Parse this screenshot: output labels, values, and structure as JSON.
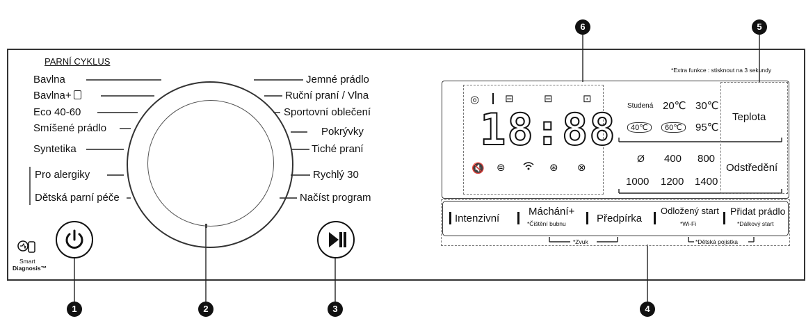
{
  "left_section_title": "PARNÍ CYKLUS",
  "programs_left": [
    "Bavlna",
    "Bavlna+",
    "Eco 40-60",
    "Smíšené prádlo",
    "Syntetika",
    "Pro alergiky",
    "Dětská parní péče"
  ],
  "programs_right": [
    "Jemné prádlo",
    "Ruční praní / Vlna",
    "Sportovní oblečení",
    "Pokrývky",
    "Tiché praní",
    "Rychlý 30",
    "Načíst program"
  ],
  "smart_diagnosis": {
    "line1": "Smart",
    "line2": "Diagnosis™"
  },
  "display": {
    "digits": "18:88"
  },
  "extra_note": "*Extra funkce : stisknout na 3 sekundy",
  "temperature": {
    "options_row1": [
      "Studená",
      "20℃",
      "30℃"
    ],
    "options_row2": [
      "40℃",
      "60℃",
      "95℃"
    ],
    "button": "Teplota"
  },
  "spin": {
    "options_row1": [
      "Ø",
      "400",
      "800"
    ],
    "options_row2": [
      "1000",
      "1200",
      "1400"
    ],
    "button": "Odstředění"
  },
  "option_buttons": [
    {
      "label": "Intenzivní",
      "sub": ""
    },
    {
      "label": "Máchání+",
      "sub": "*Čištění bubnu"
    },
    {
      "label": "Předpírka",
      "sub": ""
    },
    {
      "label": "Odložený start",
      "sub": "*Wi-Fi"
    },
    {
      "label": "Přidat prádlo",
      "sub": "*Dálkový start"
    }
  ],
  "bracket_notes": {
    "sound": "*Zvuk",
    "child_lock": "*Dětská pojistka"
  },
  "callouts": [
    "1",
    "2",
    "3",
    "4",
    "5",
    "6"
  ]
}
